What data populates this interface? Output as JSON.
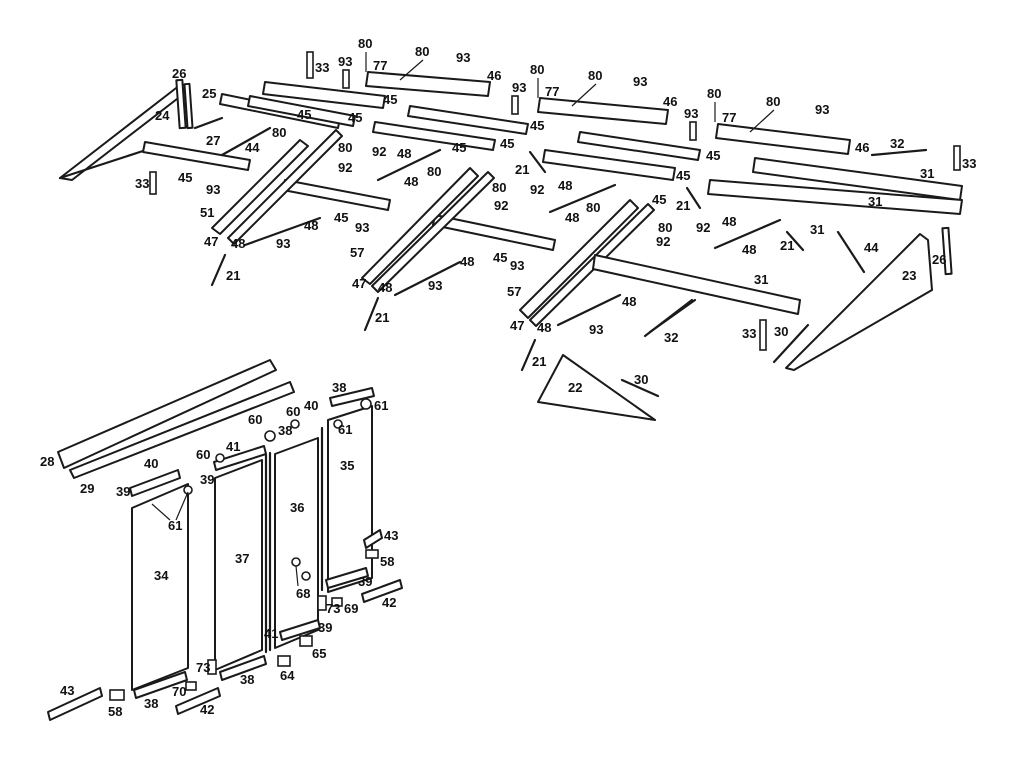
{
  "diagram": {
    "type": "exploded-parts-diagram",
    "ink_color": "#1a1a1a",
    "background": "#ffffff",
    "callouts": {
      "c21": "21",
      "c22": "22",
      "c23": "23",
      "c24": "24",
      "c25": "25",
      "c26": "26",
      "c27": "27",
      "c28": "28",
      "c29": "29",
      "c30": "30",
      "c31": "31",
      "c32": "32",
      "c33": "33",
      "c34": "34",
      "c35": "35",
      "c36": "36",
      "c37": "37",
      "c38": "38",
      "c39": "39",
      "c40": "40",
      "c41": "41",
      "c42": "42",
      "c43": "43",
      "c44": "44",
      "c45": "45",
      "c46": "46",
      "c47": "47",
      "c48": "48",
      "c51": "51",
      "c57": "57",
      "c58": "58",
      "c60": "60",
      "c61": "61",
      "c64": "64",
      "c65": "65",
      "c68": "68",
      "c69": "69",
      "c70": "70",
      "c73": "73",
      "c77": "77",
      "c80": "80",
      "c92": "92",
      "c93": "93"
    }
  }
}
